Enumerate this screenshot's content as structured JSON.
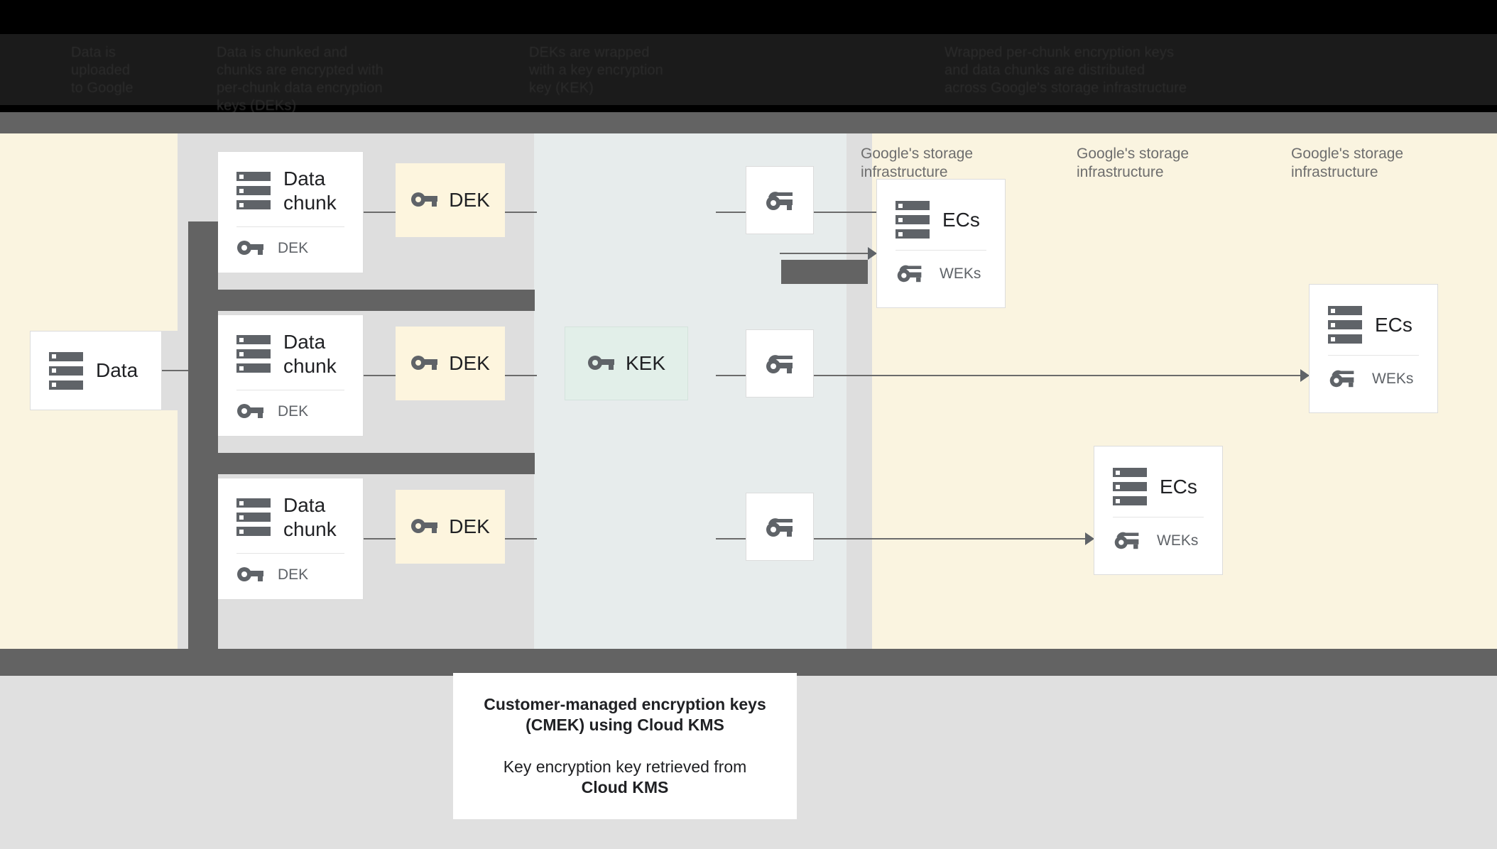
{
  "header": {
    "note": "dark band with low-contrast obscured caption text",
    "columns": [
      "Data is\nuploaded\nto Google",
      "Data is chunked and\nchunks are encrypted with\nper-chunk data encryption\nkeys (DEKs)",
      "DEKs are wrapped\nwith a key encryption\nkey (KEK)",
      "Wrapped per-chunk encryption keys\nand data chunks are distributed\nacross Google's storage infrastructure"
    ]
  },
  "diagram": {
    "data_node": {
      "title": "Data",
      "icon": "database-icon"
    },
    "chunks": [
      {
        "title": "Data\nchunk",
        "key_label": "DEK"
      },
      {
        "title": "Data\nchunk",
        "key_label": "DEK"
      },
      {
        "title": "Data\nchunk",
        "key_label": "DEK"
      }
    ],
    "deks": [
      {
        "label": "DEK"
      },
      {
        "label": "DEK"
      },
      {
        "label": "DEK"
      }
    ],
    "kek": {
      "label": "KEK"
    },
    "wrapped_keys": [
      {
        "icon": "wrapped-key-icon"
      },
      {
        "icon": "wrapped-key-icon"
      },
      {
        "icon": "wrapped-key-icon"
      }
    ],
    "storage_labels": [
      "Google's storage\ninfrastructure",
      "Google's storage\ninfrastructure",
      "Google's storage\ninfrastructure"
    ],
    "ec_nodes": [
      {
        "title": "ECs",
        "key_label": "WEKs"
      },
      {
        "title": "ECs",
        "key_label": "WEKs"
      },
      {
        "title": "ECs",
        "key_label": "WEKs"
      }
    ]
  },
  "caption": {
    "line1": "Customer-managed encryption keys\n(CMEK) using Cloud KMS",
    "line2_prefix": "Key encryption key retrieved from",
    "line2_strong": "Cloud KMS"
  },
  "colors": {
    "canvas_cream": "#FAF4E0",
    "band_gray": "#DEDEDE",
    "band_blue_gray": "#E7ECEC",
    "dek_cream": "#FDF5DE",
    "kek_mint": "#E2EFE9",
    "redaction_gray": "#636363",
    "icon_gray": "#5F6368",
    "text_dark": "#202124",
    "bottom_gray": "#E0E0E0",
    "header_black": "#000000"
  }
}
